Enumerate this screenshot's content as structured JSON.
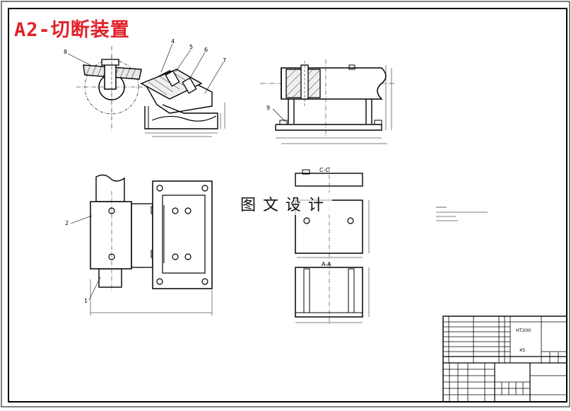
{
  "drawing": {
    "title": "A2-切断装置",
    "overlay": "图文设计",
    "title_color": "#e0222a"
  },
  "callouts": {
    "front_view": [
      "8",
      "4",
      "5",
      "6",
      "7"
    ],
    "side_view": [
      "9"
    ],
    "plan_view": [
      "2",
      "1"
    ]
  },
  "section_labels": {
    "section_c": "C-C",
    "section_a": "A-A"
  },
  "title_block": {
    "material_1": "HT200",
    "material_2": "45"
  }
}
